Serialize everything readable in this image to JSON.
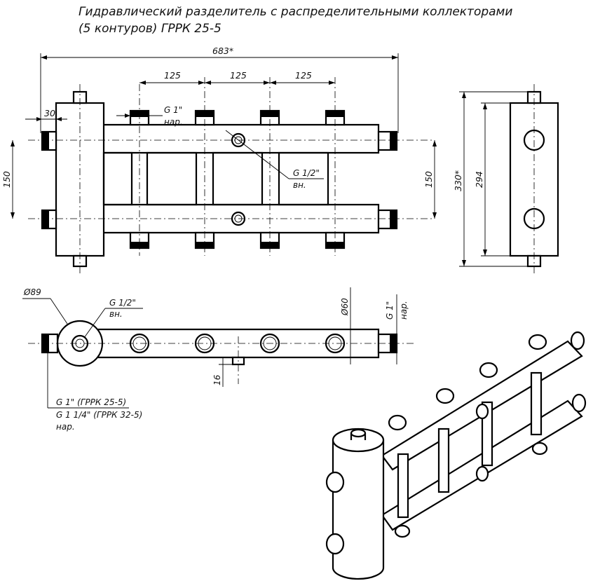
{
  "title": {
    "line1": "Гидравлический разделитель с распределительными коллекторами",
    "line2": "(5 контуров) ГРРК 25-5"
  },
  "dimensions": {
    "overall_length": "683*",
    "pitch_1": "125",
    "pitch_2": "125",
    "pitch_3": "125",
    "offset": "30",
    "height_left": "150",
    "height_right": "150",
    "side_total": "330*",
    "side_inner": "294",
    "diameter_body": "Ø89",
    "diameter_pipe": "Ø60",
    "drop": "16"
  },
  "labels": {
    "g1_nar_thread": "G 1\"",
    "g1_nar_type": "нар.",
    "g12_vn_thread": "G 1/2\"",
    "g12_vn_type": "вн.",
    "g12_vn_thread_2": "G 1/2\"",
    "g12_vn_type_2": "вн.",
    "g1_side_thread": "G 1\"",
    "g1_side_type": "нар.",
    "grrk25": "G 1\" (ГРРК 25-5)",
    "grrk32": "G 1 1/4\" (ГРРК 32-5)",
    "grrk_type": "нар."
  },
  "colors": {
    "line": "#000000",
    "background": "#ffffff"
  }
}
